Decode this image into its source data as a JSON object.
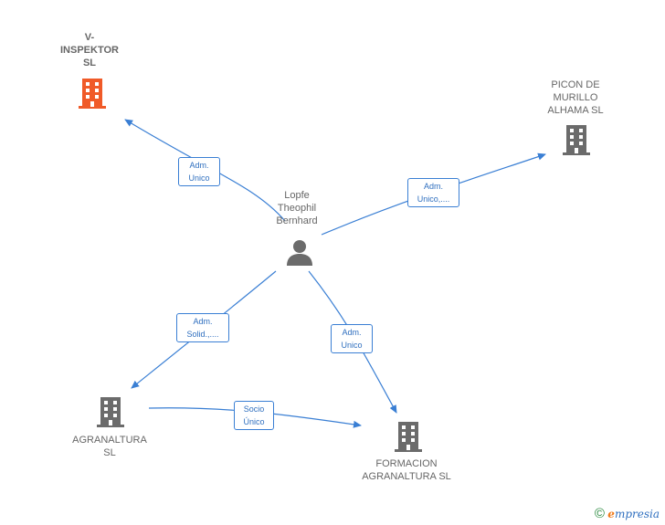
{
  "nodes": {
    "inspektor": {
      "label": "V-\nINSPEKTOR\nSL",
      "color": "#f05a28",
      "icon": "building-icon"
    },
    "picon": {
      "label": "PICON DE\nMURILLO\nALHAMA  SL",
      "color": "#6b6b6b",
      "icon": "building-icon"
    },
    "person": {
      "label": "Lopfe\nTheophil\nBernhard",
      "color": "#6b6b6b",
      "icon": "person-icon"
    },
    "agranaltura": {
      "label": "AGRANALTURA\nSL",
      "color": "#6b6b6b",
      "icon": "building-icon"
    },
    "formacion": {
      "label": "FORMACION\nAGRANALTURA SL",
      "color": "#6b6b6b",
      "icon": "building-icon"
    }
  },
  "edges": {
    "e1": {
      "label": "Adm.\nUnico"
    },
    "e2": {
      "label": "Adm.\nUnico,...."
    },
    "e3": {
      "label": "Adm.\nSolid.,...."
    },
    "e4": {
      "label": "Adm.\nUnico"
    },
    "e5": {
      "label": "Socio\nÚnico"
    }
  },
  "edge_color": "#3a7fd4",
  "watermark": {
    "symbol": "©",
    "brand_initial": "e",
    "brand_rest": "mpresia"
  }
}
